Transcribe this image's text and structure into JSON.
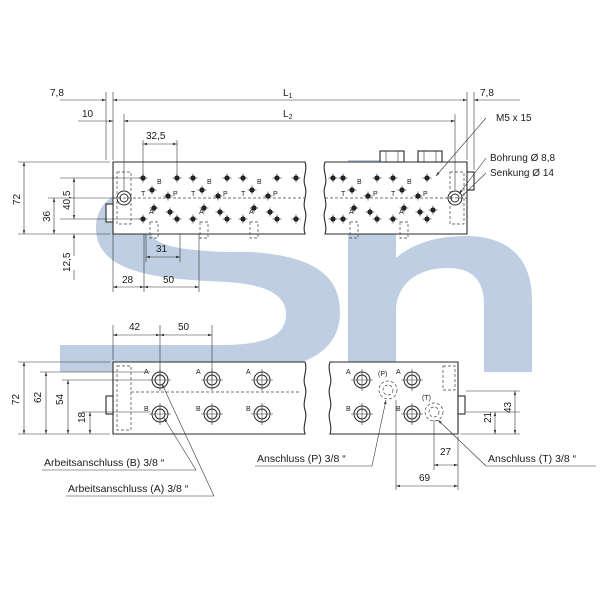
{
  "watermark": {
    "text": "Sh",
    "color": "#7f9dc8"
  },
  "top_view": {
    "dims": {
      "d7_8_left": "7,8",
      "d7_8_right": "7,8",
      "L1": "L",
      "L1_sub": "1",
      "L2": "L",
      "L2_sub": "2",
      "d10": "10",
      "d32_5": "32,5",
      "d72": "72",
      "d36": "36",
      "d40_5": "40,5",
      "d12_5": "12,5",
      "d31": "31",
      "d28": "28",
      "d50": "50"
    },
    "callouts": {
      "m5": "M5 x 15",
      "bohrung": "Bohrung Ø 8,8",
      "senkung": "Senkung Ø 14"
    },
    "port_letters": {
      "A": "A",
      "B": "B",
      "P": "P",
      "T": "T"
    }
  },
  "front_view": {
    "dims": {
      "d42": "42",
      "d50": "50",
      "d72": "72",
      "d62": "62",
      "d54": "54",
      "d18": "18",
      "d21": "21",
      "d43": "43",
      "d27": "27",
      "d69": "69"
    },
    "port_letters": {
      "A": "A",
      "B": "B",
      "P": "(P)",
      "T": "(T)"
    },
    "callouts": {
      "arbeits_b": "Arbeitsanschluss (B) 3/8 “",
      "arbeits_a": "Arbeitsanschluss (A) 3/8 “",
      "anschluss_p": "Anschluss (P) 3/8 “",
      "anschluss_t": "Anschluss (T) 3/8 “"
    }
  }
}
